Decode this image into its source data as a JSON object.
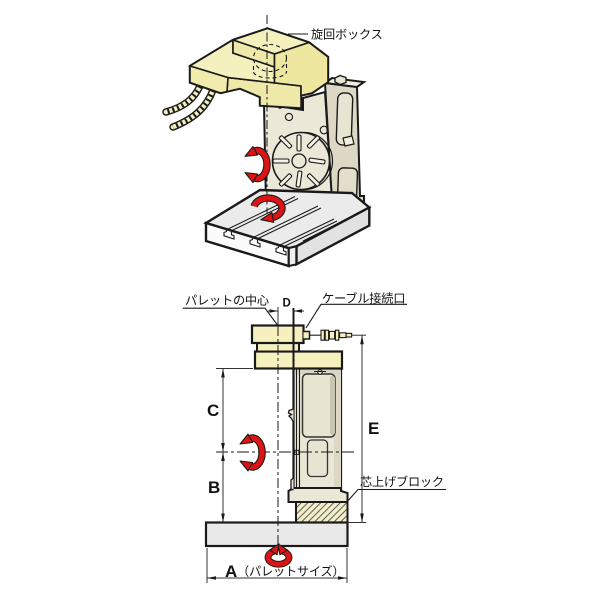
{
  "diagram": {
    "type": "machine-two-view-technical-illustration",
    "iso_view": {
      "callout_swivel_box": "旋回ボックス",
      "rotation_arrows": [
        "tilt-axis-rotation",
        "swivel-axis-rotation"
      ]
    },
    "side_view": {
      "callout_pallet_center": "パレットの中心",
      "callout_cable_port": "ケーブル接続口",
      "callout_centering_block": "芯上げブロック",
      "dim_d": "D",
      "dim_c": "C",
      "dim_b": "B",
      "dim_e": "E",
      "dim_a": "A",
      "dim_a_suffix": "（パレットサイズ）",
      "rotation_arrows": [
        "tilt-axis-rotation",
        "swivel-axis-rotation"
      ]
    }
  },
  "colors": {
    "pallet_yellow_top": "#F5F1BE",
    "pallet_yellow_front": "#F1ECAC",
    "pallet_yellow_side": "#EDE7A0",
    "body_beige": "#EAE7D6",
    "body_beige_dark": "#DCD8C4",
    "base_gray_top": "#EBEBEB",
    "base_gray_front": "#FBFBFB",
    "base_gray_side": "#E2E2E2",
    "hatch_fill": "#F2EEC6",
    "arrow_red": "#DE1414",
    "line": "#1a1a1a"
  }
}
